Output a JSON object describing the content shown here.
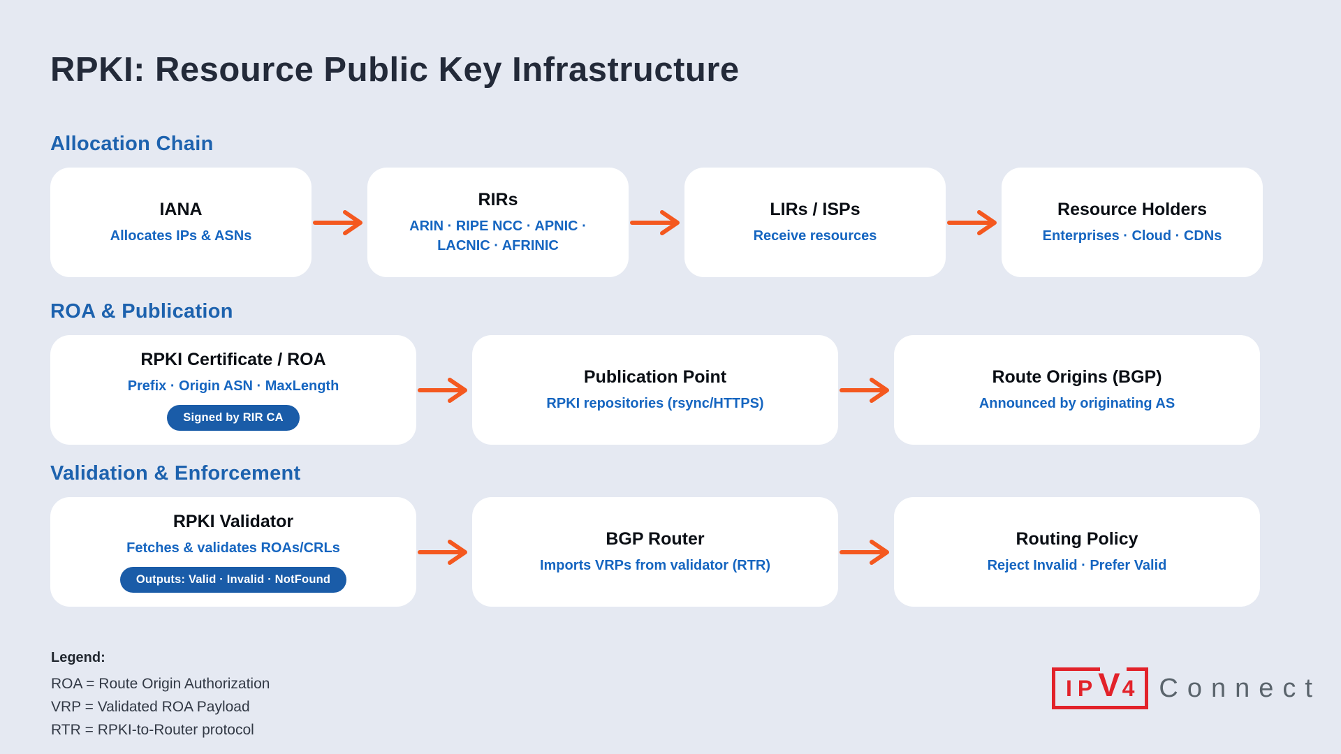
{
  "title": "RPKI: Resource Public Key Infrastructure",
  "colors": {
    "background": "#e5e9f2",
    "card_background": "#ffffff",
    "title_text": "#232a39",
    "section_heading_blue": "#1d62ae",
    "card_subtitle_blue": "#1565c0",
    "pill_blue": "#1a5ca8",
    "arrow_orange": "#f4581f",
    "logo_red": "#e2222a",
    "logo_gray": "#5a646c"
  },
  "sections": [
    {
      "heading": "Allocation Chain",
      "cards": [
        {
          "title": "IANA",
          "subtitle": "Allocates IPs & ASNs"
        },
        {
          "title": "RIRs",
          "subtitle": "ARIN · RIPE NCC · APNIC · LACNIC · AFRINIC"
        },
        {
          "title": "LIRs / ISPs",
          "subtitle": "Receive resources"
        },
        {
          "title": "Resource Holders",
          "subtitle": "Enterprises · Cloud · CDNs"
        }
      ]
    },
    {
      "heading": "ROA & Publication",
      "cards": [
        {
          "title": "RPKI Certificate / ROA",
          "subtitle": "Prefix · Origin ASN · MaxLength",
          "pill": "Signed by RIR CA"
        },
        {
          "title": "Publication Point",
          "subtitle": "RPKI repositories (rsync/HTTPS)"
        },
        {
          "title": "Route Origins (BGP)",
          "subtitle": "Announced by originating AS"
        }
      ]
    },
    {
      "heading": "Validation & Enforcement",
      "cards": [
        {
          "title": "RPKI Validator",
          "subtitle": "Fetches & validates ROAs/CRLs",
          "pill": "Outputs: Valid · Invalid · NotFound"
        },
        {
          "title": "BGP Router",
          "subtitle": "Imports VRPs from validator (RTR)"
        },
        {
          "title": "Routing Policy",
          "subtitle": "Reject Invalid · Prefer Valid"
        }
      ]
    }
  ],
  "legend": {
    "heading": "Legend:",
    "items": [
      "ROA = Route Origin Authorization",
      "VRP = Validated ROA Payload",
      "RTR = RPKI-to-Router protocol"
    ]
  },
  "logo": {
    "mark_prefix": "IP",
    "mark_v": "V",
    "mark_digit": "4",
    "wordmark": "Connect"
  }
}
